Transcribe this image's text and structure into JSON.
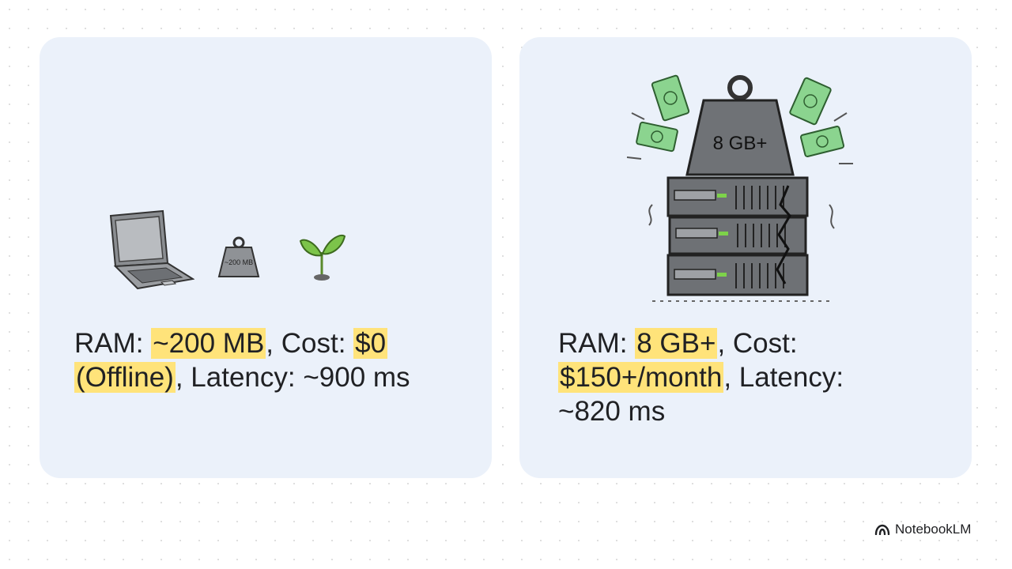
{
  "left_card": {
    "ram_label": "RAM: ",
    "ram_value": "~200 MB",
    "cost_label": ", Cost: ",
    "cost_value_a": "$0",
    "cost_value_b": "(Offline)",
    "latency_text": ", Latency: ~900 ms",
    "weight_label": "~200 MB"
  },
  "right_card": {
    "ram_label": "RAM: ",
    "ram_value": "8 GB+",
    "cost_label": ", Cost: ",
    "cost_value": "$150+/month",
    "latency_label": ", Latency: ",
    "latency_value": "~820 ms",
    "weight_label": "8 GB+"
  },
  "brand": {
    "name": "NotebookLM",
    "icon": "notebooklm-logo-icon"
  },
  "colors": {
    "highlight": "#ffe37a",
    "card_bg": "#ebf1fa",
    "money_green": "#8bd48f"
  }
}
